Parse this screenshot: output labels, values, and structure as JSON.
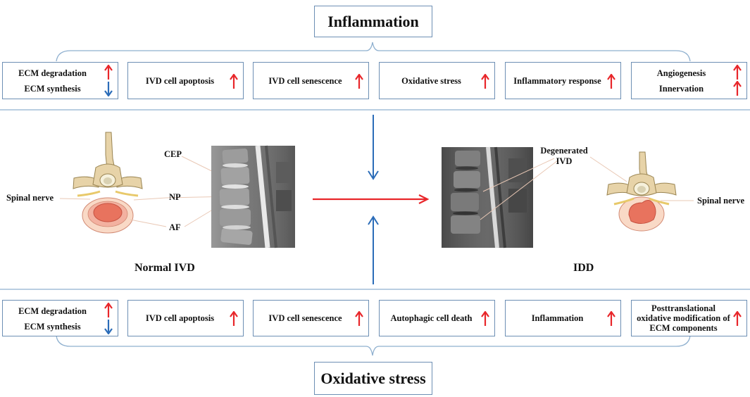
{
  "top": {
    "title": "Inflammation",
    "effects": [
      {
        "lines": [
          "ECM degradation",
          "ECM synthesis"
        ],
        "dirs": [
          "up",
          "down"
        ]
      },
      {
        "lines": [
          "IVD cell apoptosis"
        ],
        "dirs": [
          "up"
        ]
      },
      {
        "lines": [
          "IVD cell senescence"
        ],
        "dirs": [
          "up"
        ]
      },
      {
        "lines": [
          "Oxidative stress"
        ],
        "dirs": [
          "up"
        ]
      },
      {
        "lines": [
          "Inflammatory response"
        ],
        "dirs": [
          "up"
        ]
      },
      {
        "lines": [
          "Angiogenesis",
          "Innervation"
        ],
        "dirs": [
          "up",
          "up"
        ]
      }
    ]
  },
  "bottom": {
    "title": "Oxidative stress",
    "effects": [
      {
        "lines": [
          "ECM degradation",
          "ECM synthesis"
        ],
        "dirs": [
          "up",
          "down"
        ]
      },
      {
        "lines": [
          "IVD cell apoptosis"
        ],
        "dirs": [
          "up"
        ]
      },
      {
        "lines": [
          "IVD cell senescence"
        ],
        "dirs": [
          "up"
        ]
      },
      {
        "lines": [
          "Autophagic cell death"
        ],
        "dirs": [
          "up"
        ]
      },
      {
        "lines": [
          "Inflammation"
        ],
        "dirs": [
          "up"
        ]
      },
      {
        "lines": [
          "Posttranslational oxidative modification of ECM components"
        ],
        "dirs": [
          "up"
        ]
      }
    ]
  },
  "center": {
    "normal_label": "Normal  IVD",
    "idd_label": "IDD",
    "left_labels": {
      "cep": "CEP",
      "np": "NP",
      "af": "AF",
      "spinal_nerve": "Spinal nerve"
    },
    "right_labels": {
      "degenerated_line1": "Degenerated",
      "degenerated_line2": "IVD",
      "spinal_nerve": "Spinal nerve"
    }
  },
  "colors": {
    "up_arrow": "#e8262a",
    "down_arrow": "#2b6cb8",
    "box_border": "#6d8fb4",
    "bracket": "#8fb0cf"
  }
}
